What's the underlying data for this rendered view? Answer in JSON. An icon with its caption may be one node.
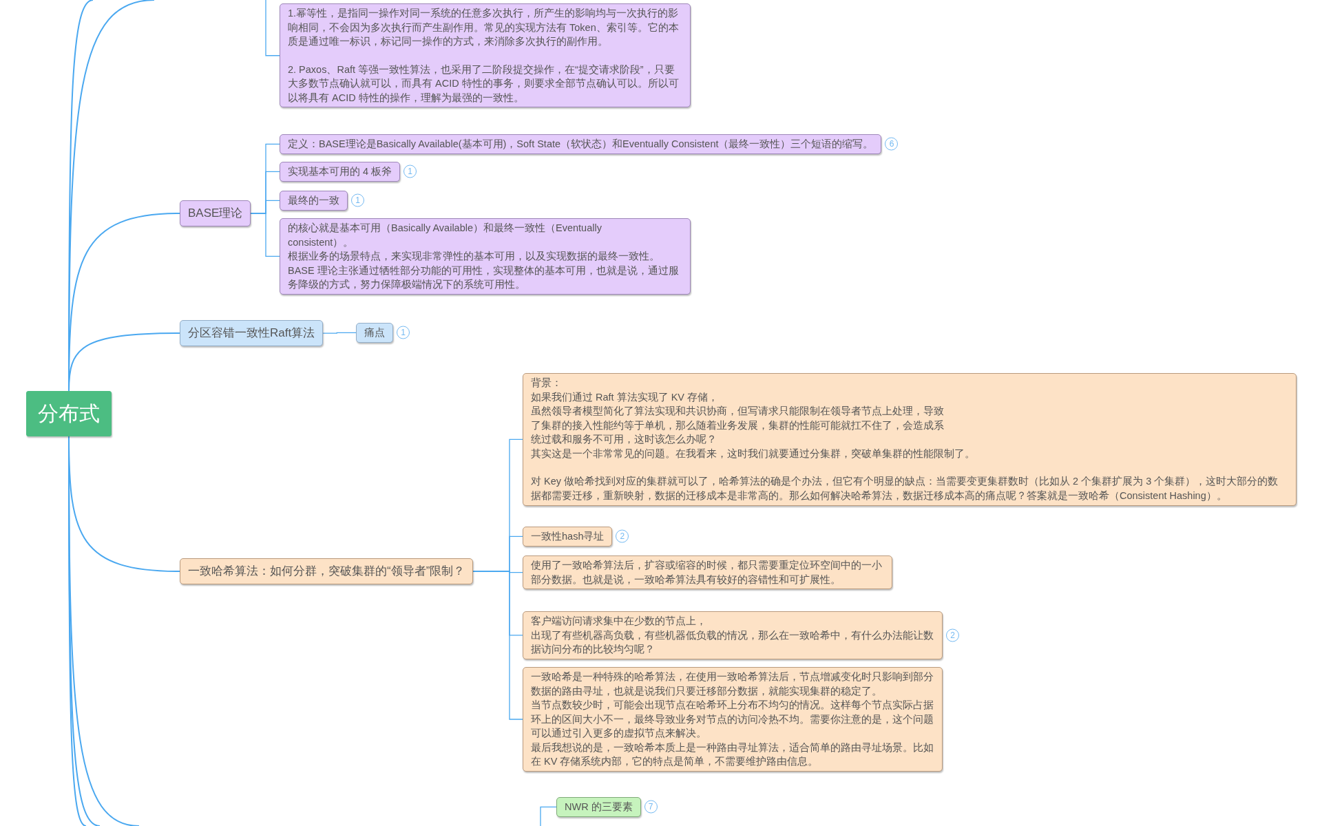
{
  "diagram": {
    "nodes": [
      {
        "text": [
          "分布式"
        ]
      },
      {
        "text": [
          "1.幂等性，是指同一操作对同一系统的任意多次执行，所产生的影响均与一次执行的影响相同，不会因为多次执行而产生副作用。常见的实现方法有 Token、索引等。它的本质是通过唯一标识，标记同一操作的方式，来消除多次执行的副作用。",
          "2. Paxos、Raft 等强一致性算法，也采用了二阶段提交操作，在“提交请求阶段”，只要大多数节点确认就可以，而具有 ACID 特性的事务，则要求全部节点确认可以。所以可以将具有 ACID 特性的操作，理解为最强的一致性。"
        ]
      },
      {
        "text": [
          "BASE理论"
        ]
      },
      {
        "text": [
          "定义：BASE理论是Basically Available(基本可用)，Soft State（软状态）和Eventually Consistent（最终一致性）三个短语的缩写。"
        ],
        "beside": [
          "6"
        ]
      },
      {
        "text": [
          "实现基本可用的 4 板斧"
        ],
        "beside": [
          "1"
        ]
      },
      {
        "text": [
          "最终的一致"
        ],
        "beside": [
          "1"
        ]
      },
      {
        "text": [
          "的核心就是基本可用（Basically Available）和最终一致性（Eventually consistent）。",
          "根据业务的场景特点，来实现非常弹性的基本可用，以及实现数据的最终一致性。",
          "BASE 理论主张通过牺牲部分功能的可用性，实现整体的基本可用，也就是说，通过服务降级的方式，努力保障极端情况下的系统可用性。"
        ]
      },
      {
        "text": [
          "分区容错一致性Raft算法"
        ]
      },
      {
        "text": [
          "痛点"
        ],
        "beside": [
          "1"
        ]
      },
      {
        "text": [
          "一致哈希算法：如何分群，突破集群的“领导者”限制？"
        ]
      },
      {
        "text": [
          "背景：",
          "如果我们通过 Raft 算法实现了 KV 存储，",
          "虽然领导者模型简化了算法实现和共识协商，但写请求只能限制在领导者节点上处理，导致了集群的接入性能约等于单机，那么随着业务发展，集群的性能可能就扛不住了，会造成系统过载和服务不可用，这时该怎么办呢？",
          "其实这是一个非常常见的问题。在我看来，这时我们就要通过分集群，突破单集群的性能限制了。",
          "对 Key 做哈希找到对应的集群就可以了，哈希算法的确是个办法，但它有个明显的缺点：当需要变更集群数时（比如从 2 个集群扩展为 3 个集群），这时大部分的数据都需要迁移，重新映射，数据的迁移成本是非常高的。那么如何解决哈希算法，数据迁移成本高的痛点呢？答案就是一致哈希（Consistent Hashing）。"
        ]
      },
      {
        "text": [
          "一致性hash寻址"
        ],
        "beside": [
          "2"
        ]
      },
      {
        "text": [
          "使用了一致哈希算法后，扩容或缩容的时候，都只需要重定位环空间中的一小部分数据。也就是说，一致哈希算法具有较好的容错性和可扩展性。"
        ]
      },
      {
        "text": [
          "客户端访问请求集中在少数的节点上，",
          "出现了有些机器高负载，有些机器低负载的情况，那么在一致哈希中，有什么办法能让数据访问分布的比较均匀呢？"
        ],
        "beside": [
          "2"
        ]
      },
      {
        "text": [
          "一致哈希是一种特殊的哈希算法，在使用一致哈希算法后，节点增减变化时只影响到部分数据的路由寻址，也就是说我们只要迁移部分数据，就能实现集群的稳定了。",
          "当节点数较少时，可能会出现节点在哈希环上分布不均匀的情况。这样每个节点实际占据环上的区间大小不一，最终导致业务对节点的访问冷热不均。需要你注意的是，这个问题可以通过引入更多的虚拟节点来解决。",
          "最后我想说的是，一致哈希本质上是一种路由寻址算法，适合简单的路由寻址场景。比如在 KV 存储系统内部，它的特点是简单，不需要维护路由信息。"
        ]
      },
      {
        "text": [
          "NWR 的三要素"
        ],
        "beside": [
          "7"
        ]
      }
    ],
    "edges": [
      {
        "from": 0,
        "to": null,
        "arrow": "none"
      },
      {
        "from": 0,
        "to": null,
        "arrow": "none"
      },
      {
        "from": null,
        "to": 1,
        "arrow": "none"
      },
      {
        "from": 0,
        "to": 2,
        "arrow": "none"
      },
      {
        "from": 2,
        "to": 3,
        "arrow": "none"
      },
      {
        "from": 2,
        "to": 4,
        "arrow": "none"
      },
      {
        "from": 2,
        "to": 5,
        "arrow": "none"
      },
      {
        "from": 2,
        "to": 6,
        "arrow": "none"
      },
      {
        "from": 0,
        "to": 7,
        "arrow": "none"
      },
      {
        "from": 7,
        "to": 8,
        "arrow": "none"
      },
      {
        "from": 0,
        "to": 9,
        "arrow": "none"
      },
      {
        "from": 9,
        "to": 10,
        "arrow": "none"
      },
      {
        "from": 9,
        "to": 11,
        "arrow": "none"
      },
      {
        "from": 9,
        "to": 12,
        "arrow": "none"
      },
      {
        "from": 9,
        "to": 13,
        "arrow": "none"
      },
      {
        "from": 9,
        "to": 14,
        "arrow": "none"
      },
      {
        "from": null,
        "to": 15,
        "arrow": "none"
      },
      {
        "from": 0,
        "to": null,
        "arrow": "none"
      },
      {
        "from": 0,
        "to": null,
        "arrow": "none"
      },
      {
        "from": 0,
        "to": null,
        "arrow": "none"
      }
    ]
  }
}
